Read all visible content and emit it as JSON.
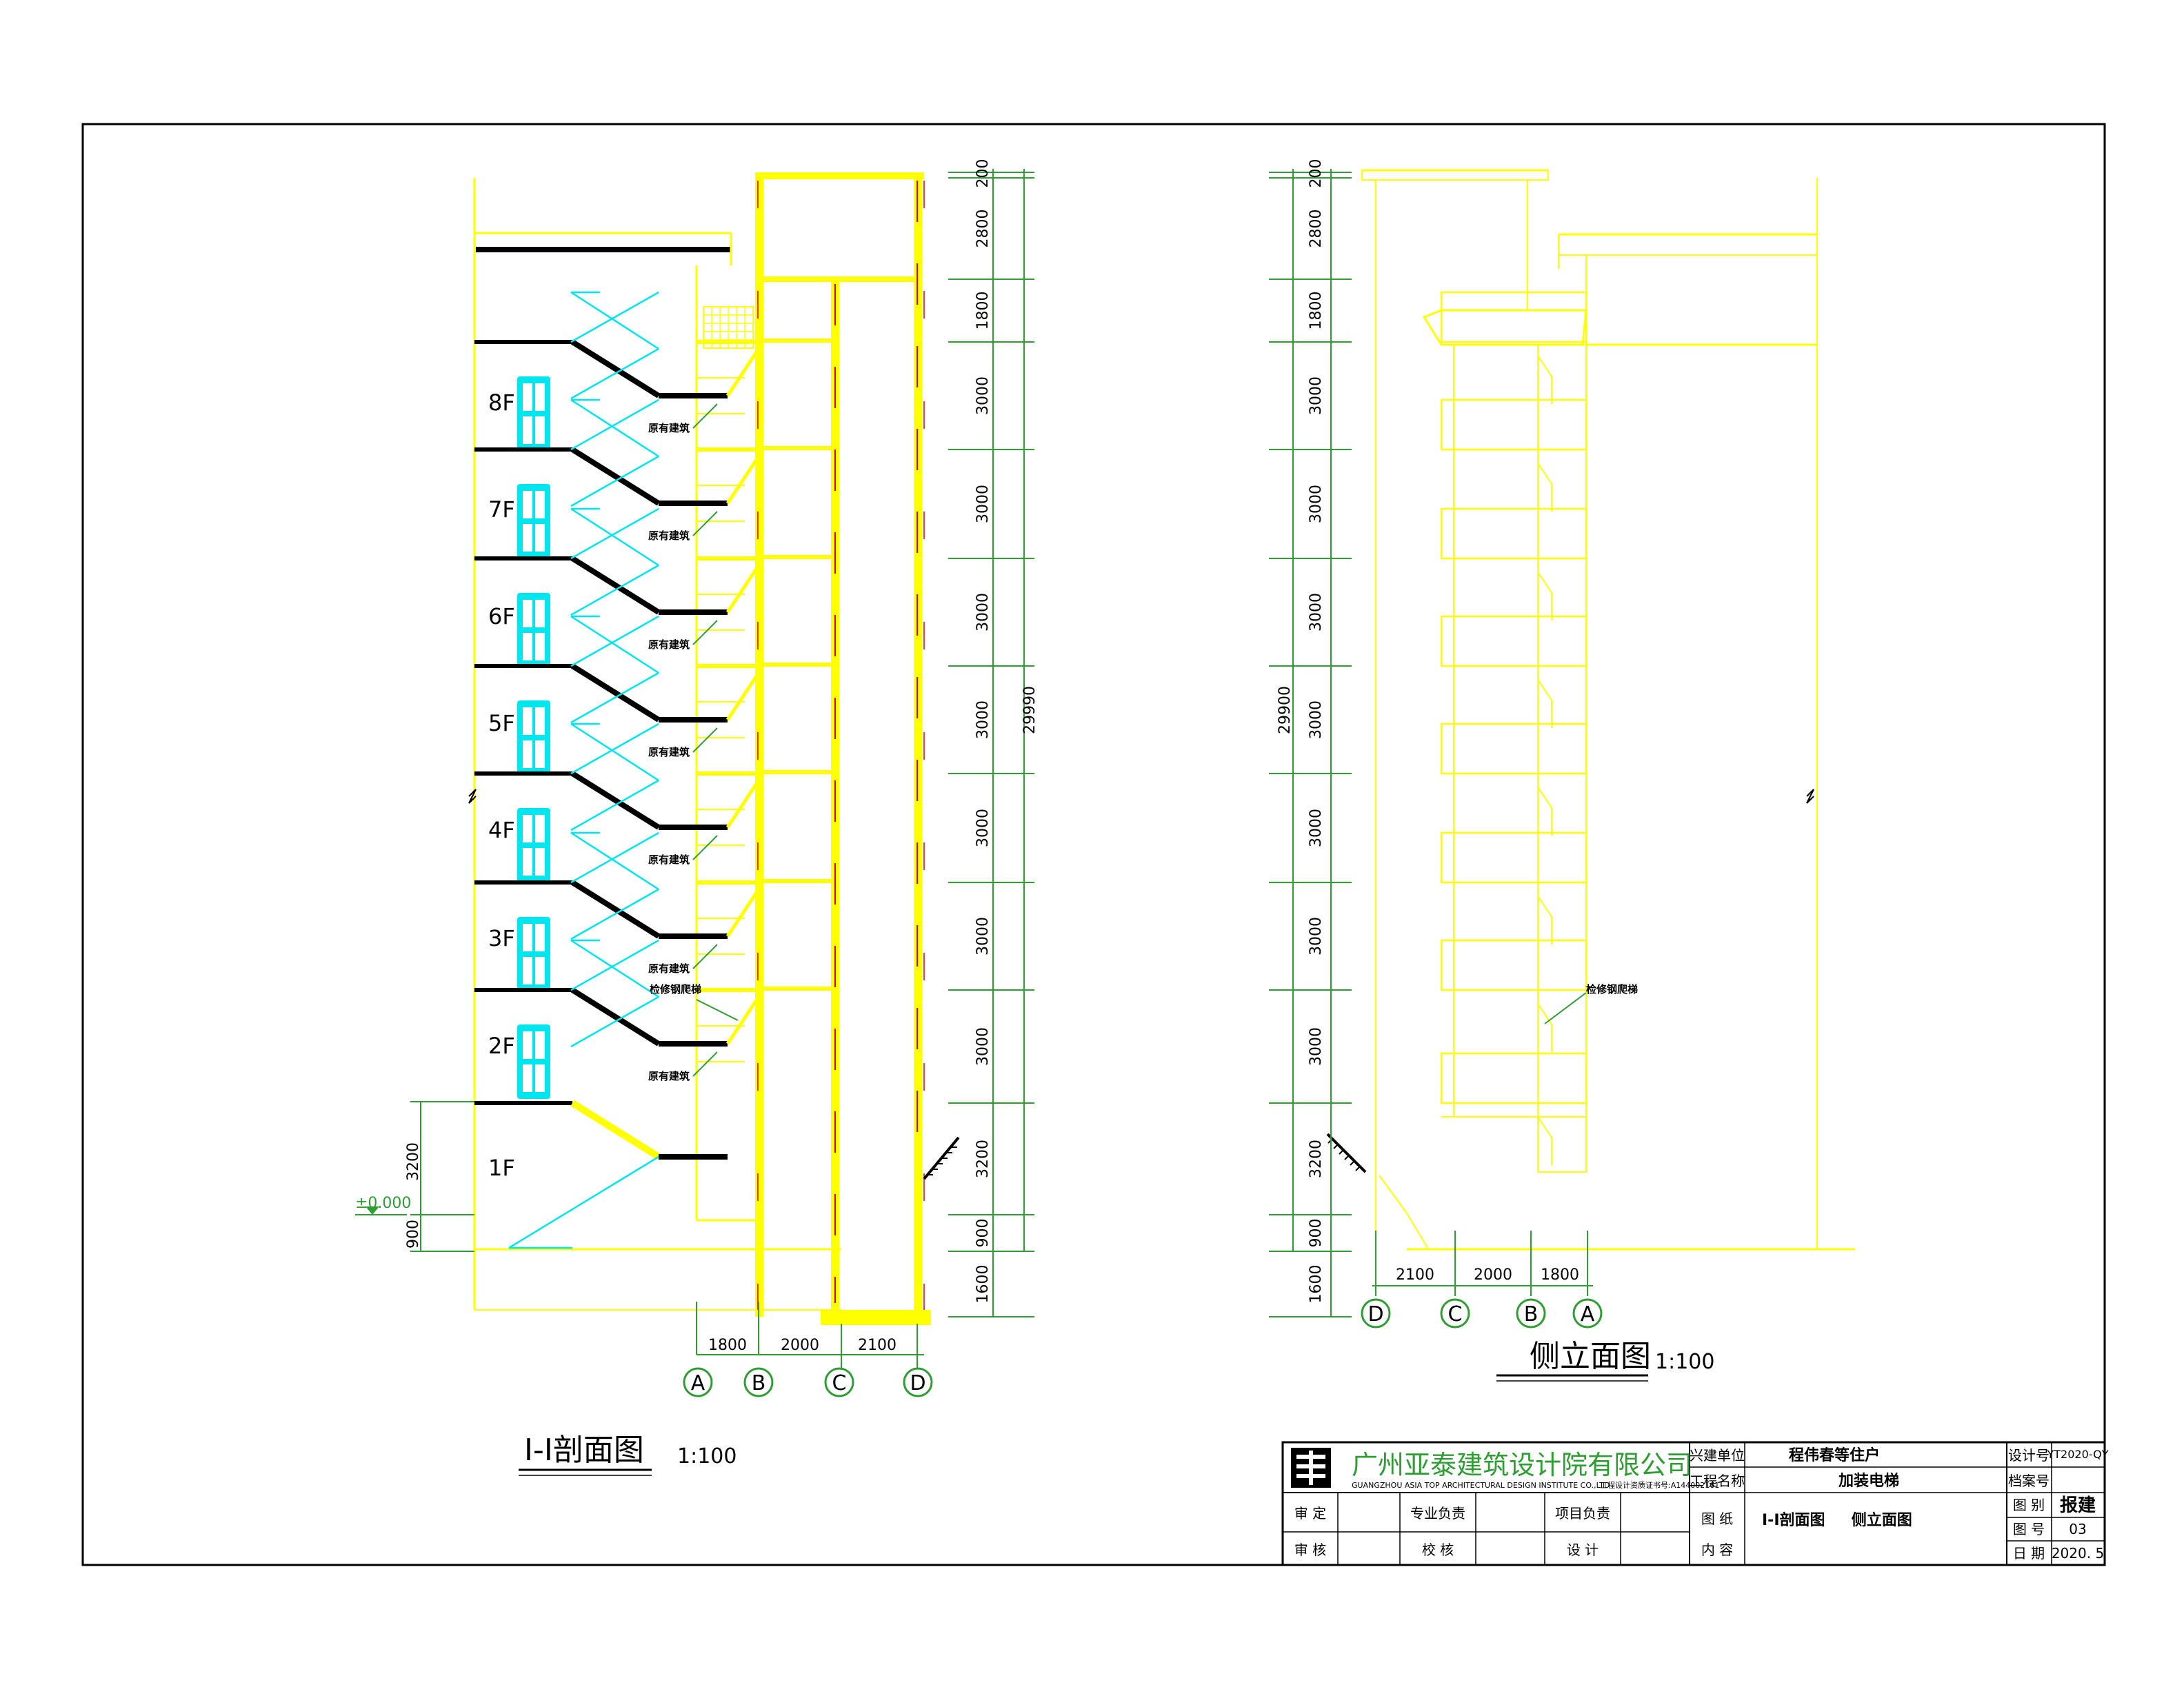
{
  "section": {
    "title": "I-I剖面图",
    "scale": "1:100",
    "floors": [
      "8F",
      "7F",
      "6F",
      "5F",
      "4F",
      "3F",
      "2F",
      "1F"
    ],
    "level_label": "±0.000",
    "left_dims": [
      "3200",
      "900"
    ],
    "right_dims": [
      "200",
      "2800",
      "1800",
      "3000",
      "3000",
      "3000",
      "3000",
      "3000",
      "3000",
      "3000",
      "3200",
      "900",
      "1600"
    ],
    "total_dim": "29990",
    "bottom_dims": [
      "1800",
      "2000",
      "2100"
    ],
    "axes": [
      "A",
      "B",
      "C",
      "D"
    ],
    "note_existing": "原有建筑",
    "note_ladder": "检修钢爬梯"
  },
  "elevation": {
    "title": "侧立面图",
    "scale": "1:100",
    "left_dims": [
      "200",
      "2800",
      "1800",
      "3000",
      "3000",
      "3000",
      "3000",
      "3000",
      "3000",
      "3000",
      "3200",
      "900",
      "1600"
    ],
    "total_dim": "29900",
    "bottom_dims": [
      "2100",
      "2000",
      "1800"
    ],
    "axes": [
      "D",
      "C",
      "B",
      "A"
    ],
    "note_ladder": "检修钢爬梯"
  },
  "title_block": {
    "company_cn": "广州亚泰建筑设计院有限公司",
    "company_en": "GUANGZHOU ASIA TOP ARCHITECTURAL DESIGN INSTITUTE CO.,LTD",
    "license": "工程设计资质证书号:A144002161",
    "client_label": "兴建单位",
    "client": "程伟春等住户",
    "project_label": "工程名称",
    "project": "加装电梯",
    "drawing_label_1": "图 纸",
    "drawing_label_2": "内 容",
    "drawing_content": "I-I剖面图     侧立面图",
    "review": "审  定",
    "check": "审  核",
    "discipline_lead": "专业负责",
    "proofread": "校  核",
    "project_lead": "项目负责",
    "design": "设  计",
    "design_no_label": "设计号",
    "design_no": "YT2020-QY",
    "archive_label": "档案号",
    "archive": "",
    "category_label": "图  别",
    "category": "报建",
    "sheet_label": "图  号",
    "sheet": "03",
    "date_label": "日  期",
    "date": "2020. 5"
  }
}
